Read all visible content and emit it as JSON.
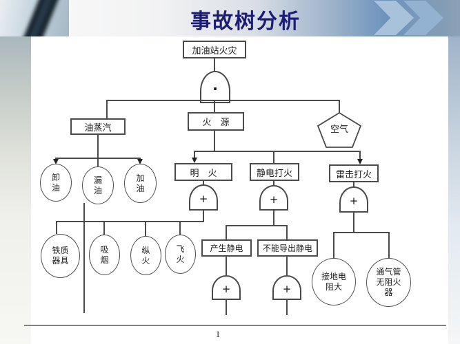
{
  "slide": {
    "title": "事故树分析",
    "page_number": "1"
  },
  "gates": {
    "and_symbol": "·",
    "or_symbol": "+"
  },
  "tree": {
    "root": "加油站火灾",
    "oil_vapor": "油蒸汽",
    "fire_source": "火　源",
    "air": "空气",
    "unload_oil": "卸油",
    "leak_oil": "漏油",
    "refuel_oil": "加油",
    "open_flame": "明　火",
    "static_spark": "静电打火",
    "lightning_spark": "雷击打火",
    "iron_tools": "铁质器具",
    "smoking": "吸烟",
    "arson": "纵火",
    "flying_fire": "飞火",
    "generate_static": "产生静电",
    "cannot_discharge_static": "不能导出静电",
    "ground_resistance_high": "接地电阻大",
    "vent_no_arrester": "通气管无阻火器"
  },
  "colors": {
    "title_text": "#1c1c74",
    "tree_line": "#4a4a4a",
    "chevron_band_blue": "#6d93bc",
    "chevron_light_blue": "#a9c2dc"
  }
}
